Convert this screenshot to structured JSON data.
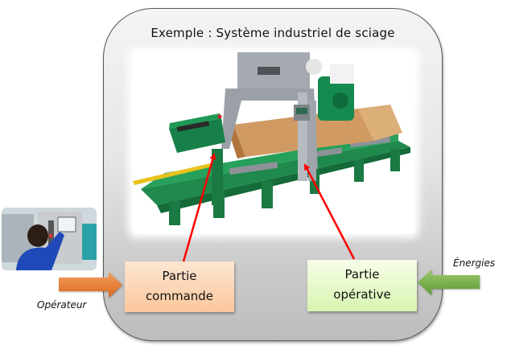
{
  "title": "Exemple : Système industriel de sciage",
  "boxes": {
    "commande": {
      "line1": "Partie",
      "line2": "commande",
      "color_top": "#fde6d3",
      "color_bottom": "#fbc79c"
    },
    "operative": {
      "line1": "Partie",
      "line2": "opérative",
      "color_top": "#f7fde8",
      "color_bottom": "#d8f5b0"
    }
  },
  "inputs": {
    "operateur": {
      "label": "Opérateur",
      "arrow_color": "#ed7d31"
    },
    "energies": {
      "label": "Énergies",
      "arrow_color": "#70ad47"
    }
  },
  "links": {
    "pointer_color": "#ff0000"
  },
  "images": {
    "machine": "industrial-sawmill-photo",
    "operator": "operator-at-control-panel-photo"
  }
}
